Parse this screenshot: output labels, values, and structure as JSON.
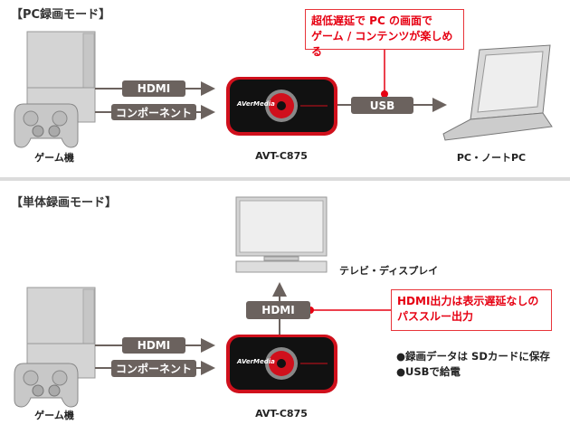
{
  "pc_mode": {
    "title": "【PC録画モード】",
    "callout": [
      "超低遅延で PC の画面で",
      "ゲーム / コンテンツが楽しめる"
    ],
    "hdmi_label": "HDMI",
    "component_label": "コンポーネント",
    "usb_label": "USB",
    "console_label": "ゲーム機",
    "device_label": "AVT-C875",
    "pc_label": "PC・ノートPC",
    "device_logo": "AVerMedia"
  },
  "standalone_mode": {
    "title": "【単体録画モード】",
    "tv_label": "テレビ・ディスプレイ",
    "hdmi_out_label": "HDMI",
    "callout": [
      "HDMI出力は表示遅延なしの",
      "パススルー出力"
    ],
    "hdmi_label": "HDMI",
    "component_label": "コンポーネント",
    "console_label": "ゲーム機",
    "device_label": "AVT-C875",
    "device_logo": "AVerMedia",
    "notes": [
      "●録画データは SDカードに保存",
      "●USBで給電"
    ]
  },
  "colors": {
    "accent_red": "#e60012",
    "pill_gray": "#6b625e",
    "device_red": "#d0101c"
  }
}
